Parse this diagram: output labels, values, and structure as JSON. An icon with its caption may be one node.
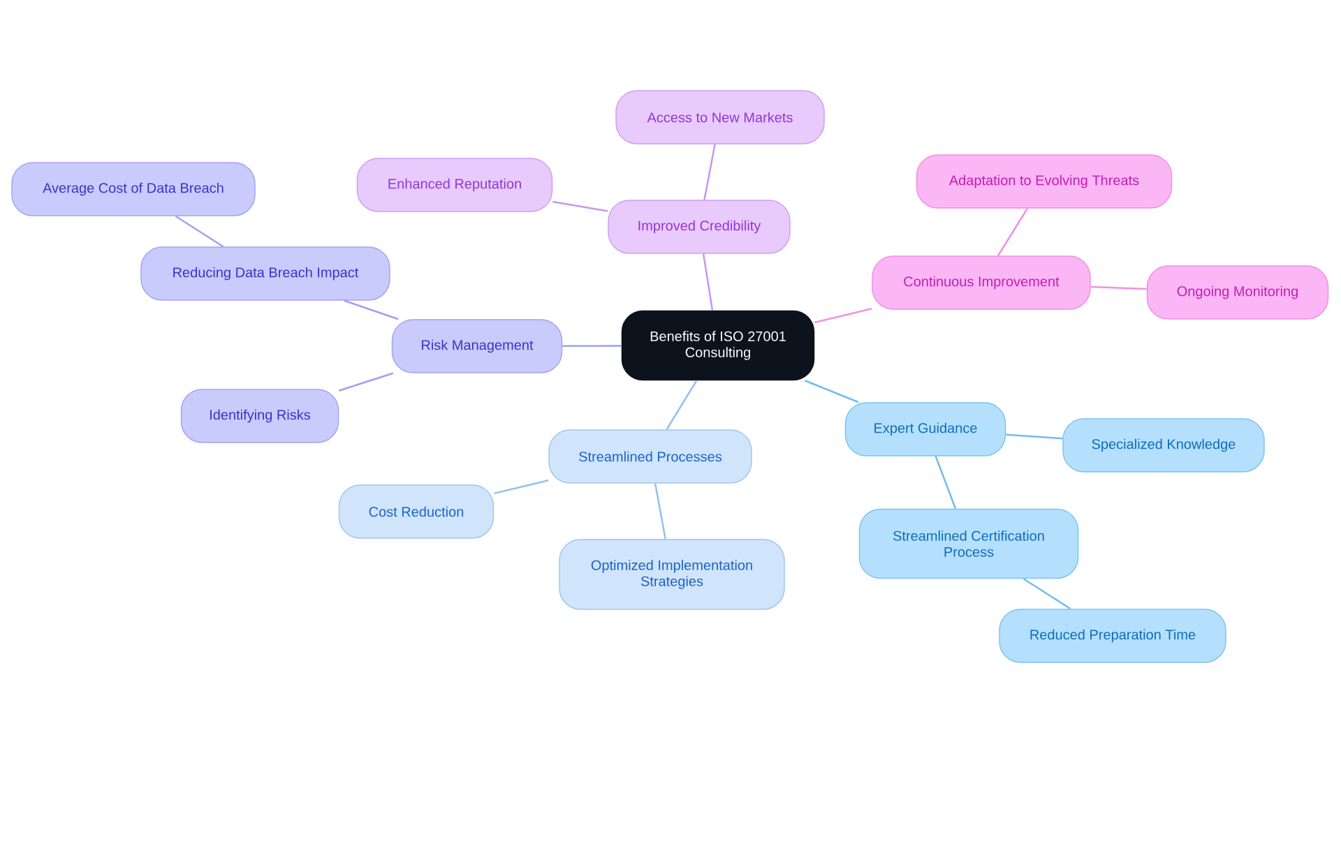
{
  "diagram": {
    "nodes": [
      {
        "text": [
          "Benefits of ISO 27001 Consulting"
        ]
      },
      {
        "text": [
          "Risk Management"
        ]
      },
      {
        "text": [
          "Reducing Data Breach Impact"
        ]
      },
      {
        "text": [
          "Average Cost of Data Breach"
        ]
      },
      {
        "text": [
          "Identifying Risks"
        ]
      },
      {
        "text": [
          "Improved Credibility"
        ]
      },
      {
        "text": [
          "Enhanced Reputation"
        ]
      },
      {
        "text": [
          "Access to New Markets"
        ]
      },
      {
        "text": [
          "Continuous Improvement"
        ]
      },
      {
        "text": [
          "Adaptation to Evolving Threats"
        ]
      },
      {
        "text": [
          "Ongoing Monitoring"
        ]
      },
      {
        "text": [
          "Expert Guidance"
        ]
      },
      {
        "text": [
          "Specialized Knowledge"
        ]
      },
      {
        "text": [
          "Streamlined Certification Process"
        ]
      },
      {
        "text": [
          "Reduced Preparation Time"
        ]
      },
      {
        "text": [
          "Streamlined Processes"
        ]
      },
      {
        "text": [
          "Cost Reduction"
        ]
      },
      {
        "text": [
          "Optimized Implementation Strategies"
        ]
      }
    ],
    "edges": [
      {
        "from": 0,
        "to": 1,
        "arrow": "none",
        "color": "#9ea0f0"
      },
      {
        "from": 1,
        "to": 2,
        "arrow": "none",
        "color": "#9ea0f0"
      },
      {
        "from": 2,
        "to": 3,
        "arrow": "none",
        "color": "#9ea0f0"
      },
      {
        "from": 1,
        "to": 4,
        "arrow": "none",
        "color": "#9ea0f0"
      },
      {
        "from": 0,
        "to": 5,
        "arrow": "none",
        "color": "#c995f0"
      },
      {
        "from": 5,
        "to": 6,
        "arrow": "none",
        "color": "#c995f0"
      },
      {
        "from": 5,
        "to": 7,
        "arrow": "none",
        "color": "#c995f0"
      },
      {
        "from": 0,
        "to": 8,
        "arrow": "none",
        "color": "#f091e6"
      },
      {
        "from": 8,
        "to": 9,
        "arrow": "none",
        "color": "#f091e6"
      },
      {
        "from": 8,
        "to": 10,
        "arrow": "none",
        "color": "#f091e6"
      },
      {
        "from": 0,
        "to": 11,
        "arrow": "none",
        "color": "#72bcf0"
      },
      {
        "from": 11,
        "to": 12,
        "arrow": "none",
        "color": "#72bcf0"
      },
      {
        "from": 11,
        "to": 13,
        "arrow": "none",
        "color": "#72bcf0"
      },
      {
        "from": 13,
        "to": 14,
        "arrow": "none",
        "color": "#72bcf0"
      },
      {
        "from": 0,
        "to": 15,
        "arrow": "none",
        "color": "#94c1ef"
      },
      {
        "from": 15,
        "to": 16,
        "arrow": "none",
        "color": "#94c1ef"
      },
      {
        "from": 15,
        "to": 17,
        "arrow": "none",
        "color": "#94c1ef"
      }
    ]
  }
}
